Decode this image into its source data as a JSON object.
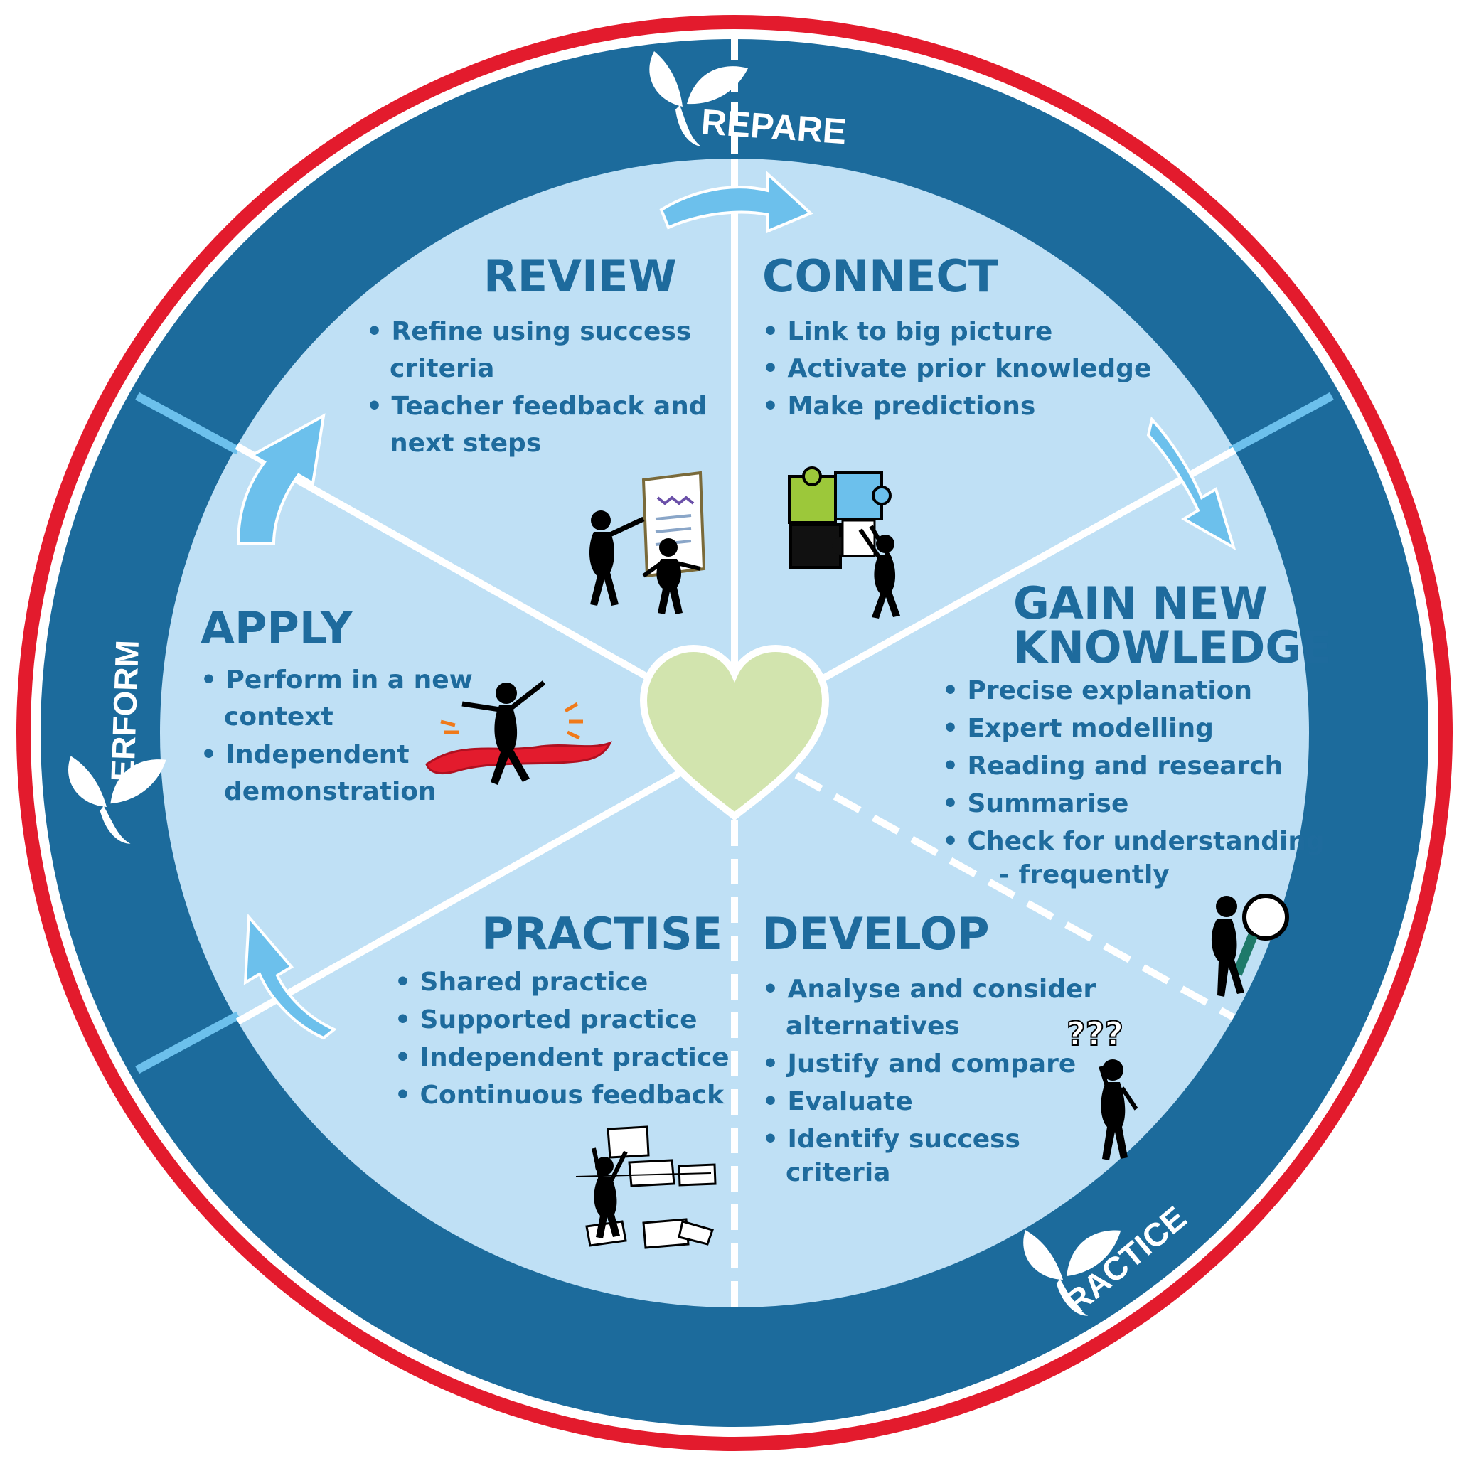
{
  "colors": {
    "outer_ring": "#e31b2d",
    "band": "#1c6b9c",
    "inner": "#bfe0f5",
    "divider": "#ffffff",
    "heading": "#1e6b9d",
    "heart": "#d2e4ae",
    "arrow": "#6cc0ec"
  },
  "ring_labels": {
    "prepare": "REPARE",
    "perform": "ERFORM",
    "practice": "RACTICE"
  },
  "segments": {
    "review": {
      "title": "REVIEW",
      "lines": [
        "• Refine using success",
        "criteria",
        "• Teacher feedback and",
        "next steps"
      ]
    },
    "connect": {
      "title": "CONNECT",
      "lines": [
        "• Link to big picture",
        "• Activate prior knowledge",
        "• Make predictions"
      ]
    },
    "gain": {
      "title_1": "GAIN NEW",
      "title_2": "KNOWLEDGE",
      "lines": [
        "• Precise explanation",
        "• Expert modelling",
        "• Reading and research",
        "• Summarise",
        "• Check for understanding",
        "- frequently"
      ]
    },
    "develop": {
      "title": "DEVELOP",
      "lines": [
        "• Analyse and consider",
        "alternatives",
        "• Justify and compare",
        "• Evaluate",
        "• Identify success",
        "criteria"
      ]
    },
    "practise": {
      "title": "PRACTISE",
      "lines": [
        "• Shared practice",
        "• Supported practice",
        "• Independent practice",
        "• Continuous feedback"
      ]
    },
    "apply": {
      "title": "APPLY",
      "lines": [
        "• Perform in a new",
        "context",
        "• Independent",
        "demonstration"
      ]
    },
    "question_marks": "???"
  },
  "icons": {
    "ring_leaf": "leaf-icon",
    "center": "heart-icon",
    "review": "people-with-chart-icon",
    "connect": "puzzle-person-icon",
    "gain": "magnifier-person-icon",
    "develop": "thinking-person-icon",
    "practise": "person-with-papers-icon",
    "apply": "finish-line-runner-icon"
  }
}
